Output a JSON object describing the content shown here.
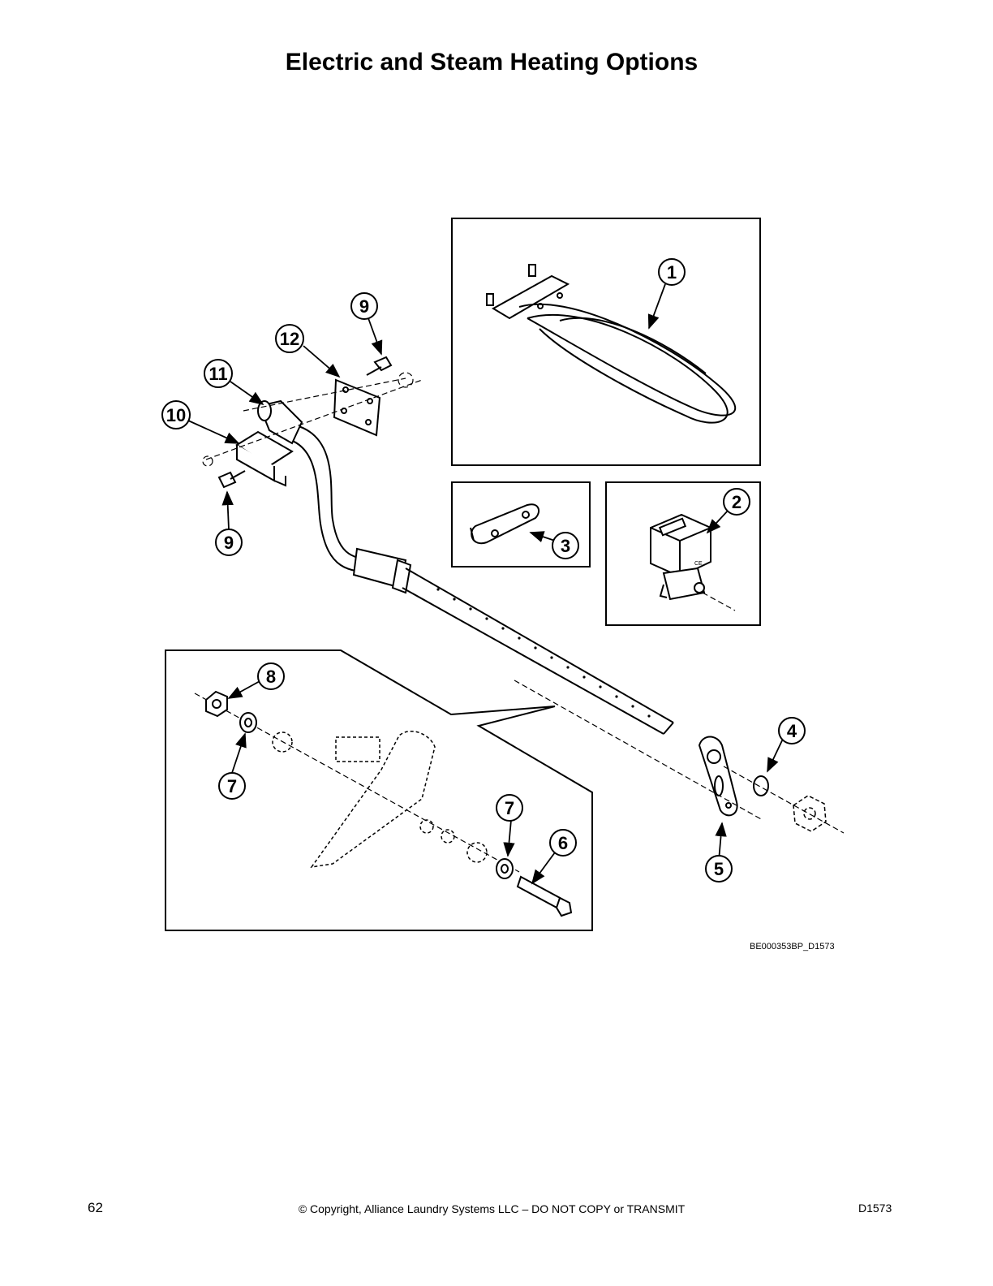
{
  "page": {
    "title": "Electric and Steam Heating Options",
    "figure_id": "BE000353BP_D1573",
    "page_number": "62",
    "copyright": "© Copyright, Alliance Laundry Systems LLC – DO NOT COPY or TRANSMIT",
    "doc_id": "D1573"
  },
  "callouts": {
    "c1": "1",
    "c2": "2",
    "c3": "3",
    "c4": "4",
    "c5": "5",
    "c6": "6",
    "c7a": "7",
    "c7b": "7",
    "c8": "8",
    "c9a": "9",
    "c9b": "9",
    "c10": "10",
    "c11": "11",
    "c12": "12"
  },
  "colors": {
    "ink": "#000000",
    "paper": "#ffffff"
  }
}
